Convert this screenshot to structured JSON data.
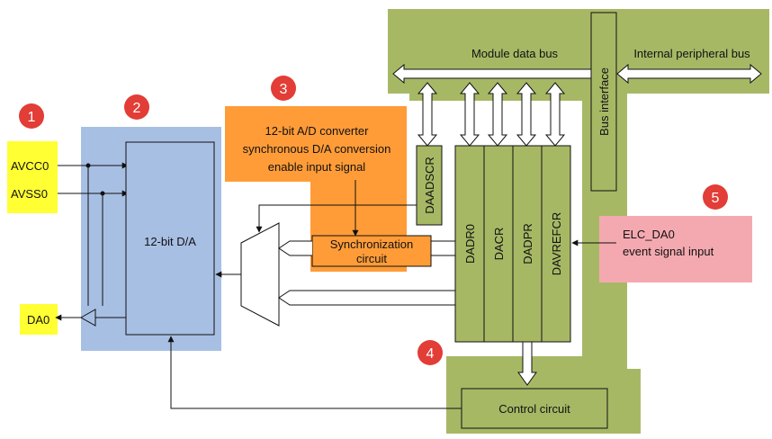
{
  "badges": [
    "1",
    "2",
    "3",
    "4",
    "5"
  ],
  "pins": {
    "avcc": "AVCC0",
    "avss": "AVSS0",
    "da": "DA0"
  },
  "dac_block": "12-bit D/A",
  "sync_input": {
    "line1": "12-bit A/D converter",
    "line2": "synchronous D/A conversion",
    "line3": "enable input signal"
  },
  "sync_circuit": {
    "line1": "Synchronization",
    "line2": "circuit"
  },
  "buses": {
    "module": "Module data bus",
    "internal": "Internal peripheral bus",
    "interface": "Bus interface"
  },
  "registers": [
    "DAADSCR",
    "DADR0",
    "DACR",
    "DADPR",
    "DAVREFCR"
  ],
  "control": "Control circuit",
  "elc": {
    "line1": "ELC_DA0",
    "line2": "event signal input"
  },
  "colors": {
    "yellow": "#ffff33",
    "blue": "#a8bfe4",
    "orange": "#ff9c38",
    "green": "#a7b865",
    "pink": "#f4a9b0",
    "badge": "#e23d36"
  }
}
